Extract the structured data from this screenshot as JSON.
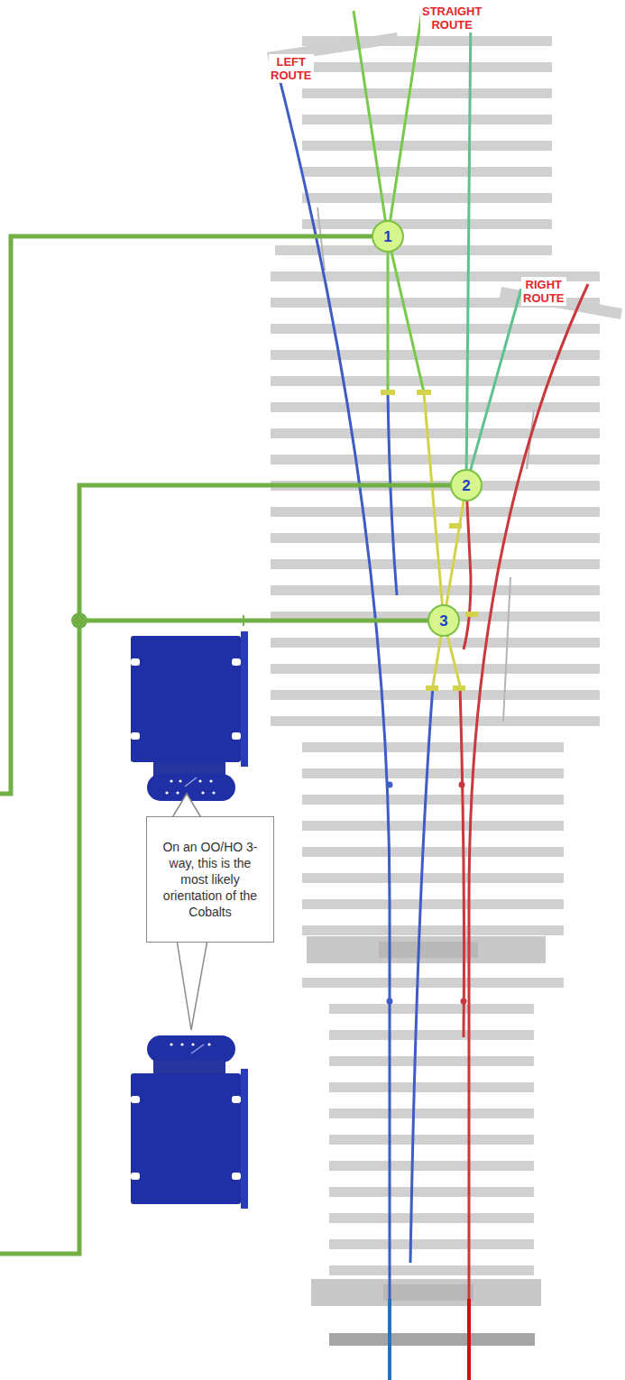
{
  "diagram": {
    "nodes": [
      {
        "text": [
          "1"
        ]
      },
      {
        "text": [
          "2"
        ]
      },
      {
        "text": [
          "3"
        ]
      },
      {
        "text": [
          "On an OO/HO 3-way, this is the most likely orientation of the Cobalts"
        ]
      }
    ],
    "labels": [
      "STRAIGHT ROUTE",
      "LEFT ROUTE",
      "RIGHT ROUTE"
    ]
  }
}
